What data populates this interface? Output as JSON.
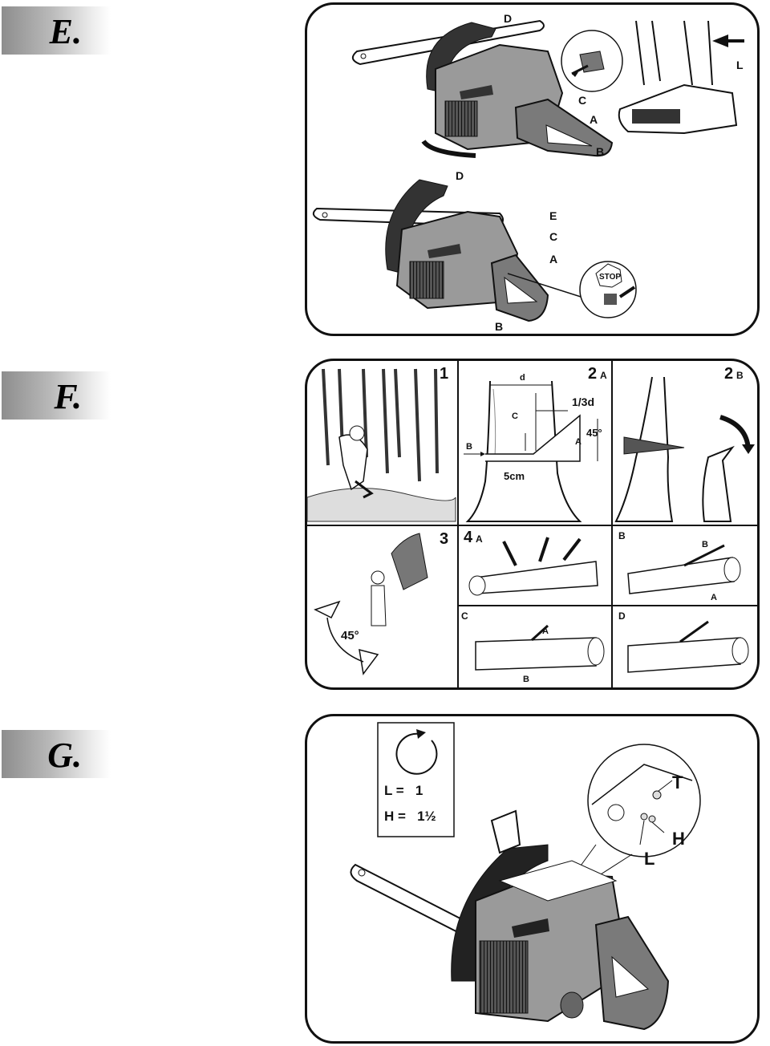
{
  "sections": {
    "e": {
      "letter": "E."
    },
    "f": {
      "letter": "F."
    },
    "g": {
      "letter": "G."
    }
  },
  "figure_e": {
    "top_labels": [
      "D",
      "C",
      "A",
      "B",
      "L"
    ],
    "bottom_labels": [
      "D",
      "E",
      "C",
      "A",
      "B"
    ],
    "stop_sign": "STOP"
  },
  "figure_f": {
    "cells": {
      "c1": "1",
      "c2a_num": "2",
      "c2a_sub": "A",
      "c2b_num": "2",
      "c2b_sub": "B",
      "c3": "3",
      "c4a_num": "4",
      "c4a_sub": "A",
      "c4b": "B",
      "c4c": "C",
      "c4d": "D"
    },
    "notch": {
      "d": "d",
      "third": "1/3d",
      "c": "C",
      "b": "B",
      "a": "A",
      "angle": "45°",
      "depth": "5cm"
    },
    "fall_angle": "45°",
    "log_labels": {
      "b_top": "B",
      "b_bottom": "A",
      "c_top": "A",
      "c_bottom": "B"
    }
  },
  "figure_g": {
    "l_row": "L =   1",
    "h_row": "H =   1½",
    "labels": {
      "t": "T",
      "h": "H",
      "l": "L"
    }
  }
}
